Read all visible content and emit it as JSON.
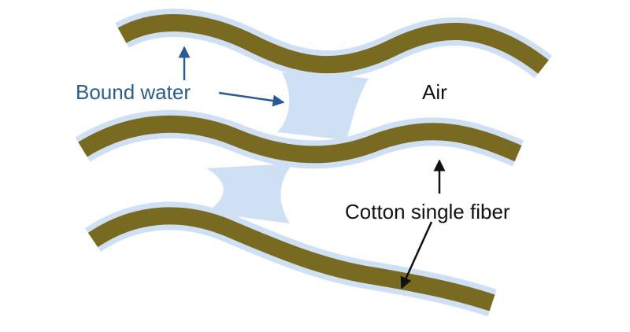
{
  "labels": {
    "bound_water": "Bound water",
    "air": "Air",
    "cotton_fiber": "Cotton single fiber"
  },
  "colors": {
    "fiber": "#786a20",
    "water": "#d0e0f4",
    "bound_water_text": "#2e5c8a",
    "bound_water_arrow": "#2a5a96",
    "text_dark": "#111111",
    "arrow_dark": "#111111"
  }
}
